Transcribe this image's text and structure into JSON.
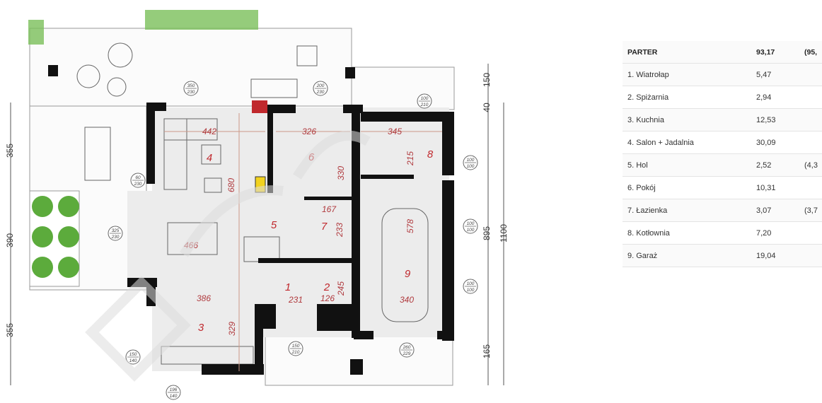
{
  "table": {
    "header": {
      "name": "PARTER",
      "area": "93,17",
      "extra": "(95,"
    },
    "rows": [
      {
        "name": "1. Wiatrołap",
        "area": "5,47",
        "extra": ""
      },
      {
        "name": "2. Spiżarnia",
        "area": "2,94",
        "extra": ""
      },
      {
        "name": "3. Kuchnia",
        "area": "12,53",
        "extra": ""
      },
      {
        "name": "4. Salon + Jadalnia",
        "area": "30,09",
        "extra": ""
      },
      {
        "name": "5. Hol",
        "area": "2,52",
        "extra": "(4,3"
      },
      {
        "name": "6. Pokój",
        "area": "10,31",
        "extra": ""
      },
      {
        "name": "7. Łazienka",
        "area": "3,07",
        "extra": "(3,7"
      },
      {
        "name": "8. Kotłownia",
        "area": "7,20",
        "extra": ""
      },
      {
        "name": "9. Garaż",
        "area": "19,04",
        "extra": ""
      }
    ]
  },
  "plan": {
    "rooms": [
      "4",
      "6",
      "8",
      "5",
      "7",
      "9",
      "1",
      "2",
      "3"
    ],
    "dims": [
      "442",
      "326",
      "345",
      "680",
      "330",
      "215",
      "167",
      "233",
      "578",
      "466",
      "386",
      "231",
      "126",
      "245",
      "340",
      "329"
    ],
    "outer_dims": [
      "355",
      "390",
      "355",
      "150",
      "40",
      "895",
      "1100",
      "165"
    ],
    "window_tags": [
      [
        "350",
        "230"
      ],
      [
        "200",
        "230"
      ],
      [
        "100",
        "210"
      ],
      [
        "60",
        "230"
      ],
      [
        "325",
        "230"
      ],
      [
        "150",
        "140"
      ],
      [
        "196",
        "140"
      ],
      [
        "150",
        "210"
      ],
      [
        "260",
        "229"
      ],
      [
        "100",
        "100"
      ],
      [
        "100",
        "100"
      ],
      [
        "100",
        "100"
      ]
    ]
  },
  "colors": {
    "wall": "#111111",
    "room_label": "#c0282d",
    "floor": "#ececec",
    "plants": "#5cab3c"
  }
}
